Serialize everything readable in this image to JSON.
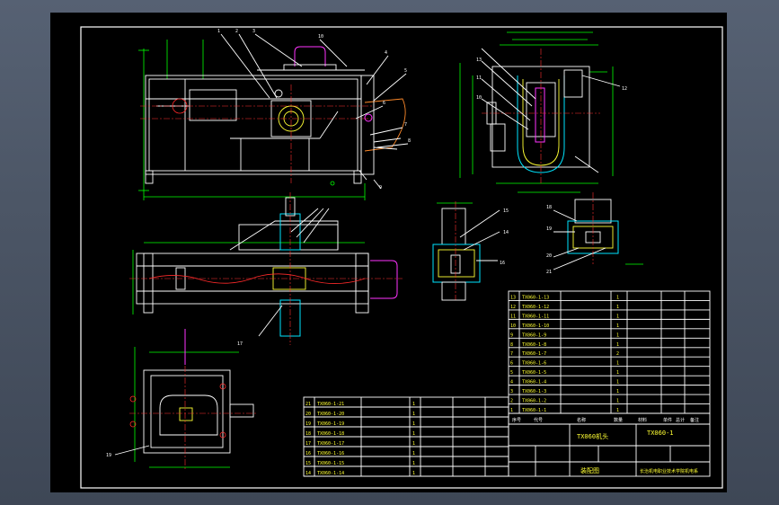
{
  "drawing": {
    "title_block": {
      "drawing_no": "TX060-1",
      "name_label": "TX060机头",
      "header_labels": [
        "序号",
        "代号",
        "名称",
        "数量",
        "材料",
        "单件",
        "总计",
        "备注"
      ],
      "school": "长治机电职业技术学院机电系"
    },
    "view_label": "装配图",
    "upper_bom": [
      {
        "no": "13",
        "code": "TX060-1-13",
        "qty": "1"
      },
      {
        "no": "12",
        "code": "TX060-1-12",
        "qty": "1"
      },
      {
        "no": "11",
        "code": "TX060-1-11",
        "qty": "1"
      },
      {
        "no": "10",
        "code": "TX060-1-10",
        "qty": "1"
      },
      {
        "no": "9",
        "code": "TX060-1-9",
        "qty": "1"
      },
      {
        "no": "8",
        "code": "TX060-1-8",
        "qty": "1"
      },
      {
        "no": "7",
        "code": "TX060-1-7",
        "qty": "2"
      },
      {
        "no": "6",
        "code": "TX060-1-6",
        "qty": "1"
      },
      {
        "no": "5",
        "code": "TX060-1-5",
        "qty": "1"
      },
      {
        "no": "4",
        "code": "TX060-1-4",
        "qty": "1"
      },
      {
        "no": "3",
        "code": "TX060-1-3",
        "qty": "1"
      },
      {
        "no": "2",
        "code": "TX060-1-2",
        "qty": "1"
      },
      {
        "no": "1",
        "code": "TX060-1-1",
        "qty": "1"
      }
    ],
    "lower_bom": [
      {
        "no": "21",
        "code": "TX060-1-21",
        "qty": "1"
      },
      {
        "no": "20",
        "code": "TX060-1-20",
        "qty": "1"
      },
      {
        "no": "19",
        "code": "TX060-1-19",
        "qty": "1"
      },
      {
        "no": "18",
        "code": "TX060-1-18",
        "qty": "1"
      },
      {
        "no": "17",
        "code": "TX060-1-17",
        "qty": "1"
      },
      {
        "no": "16",
        "code": "TX060-1-16",
        "qty": "1"
      },
      {
        "no": "15",
        "code": "TX060-1-15",
        "qty": "1"
      },
      {
        "no": "14",
        "code": "TX060-1-14",
        "qty": "1"
      }
    ],
    "callouts": {
      "front": [
        "1",
        "2",
        "3",
        "4",
        "5",
        "6",
        "7",
        "8",
        "9",
        "10"
      ],
      "side": [
        "10",
        "11",
        "12",
        "13"
      ],
      "detail_a": [
        "14",
        "15",
        "16"
      ],
      "detail_b": [
        "18",
        "19",
        "20",
        "21"
      ],
      "plan": [
        "17"
      ],
      "bottom": [
        "19"
      ]
    }
  }
}
